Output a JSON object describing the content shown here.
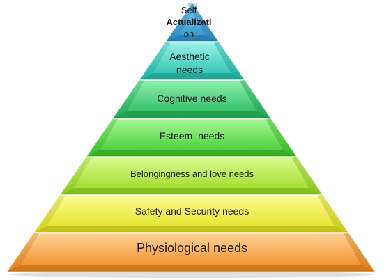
{
  "pyramid": {
    "tiers": [
      {
        "label": "Self Actualization",
        "lines": [
          "Self",
          "Actualizati",
          "on"
        ],
        "color_top": "#8ad0f0",
        "color_bottom": "#2b8fc6",
        "edge": "#1e6fa0"
      },
      {
        "label": "Aesthetic needs",
        "lines": [
          "Aesthetic",
          "needs"
        ],
        "color_top": "#9ff0e8",
        "color_bottom": "#1fbfae",
        "edge": "#148f82"
      },
      {
        "label": "Cognitive needs",
        "color_top": "#8ff0b0",
        "color_bottom": "#22b65a",
        "edge": "#17883f"
      },
      {
        "label": "Esteem needs",
        "color_top": "#a8f89a",
        "color_bottom": "#3cc82a",
        "edge": "#2a961c"
      },
      {
        "label": "Belongingness and love needs",
        "color_top": "#dcfc90",
        "color_bottom": "#96d81e",
        "edge": "#6ea414"
      },
      {
        "label": "Safety and Security needs",
        "color_top": "#fbfb98",
        "color_bottom": "#e2e01a",
        "edge": "#aaa812"
      },
      {
        "label": "Physiological needs",
        "color_top": "#ffd49a",
        "color_bottom": "#f08a1e",
        "edge": "#b8640e"
      }
    ]
  }
}
